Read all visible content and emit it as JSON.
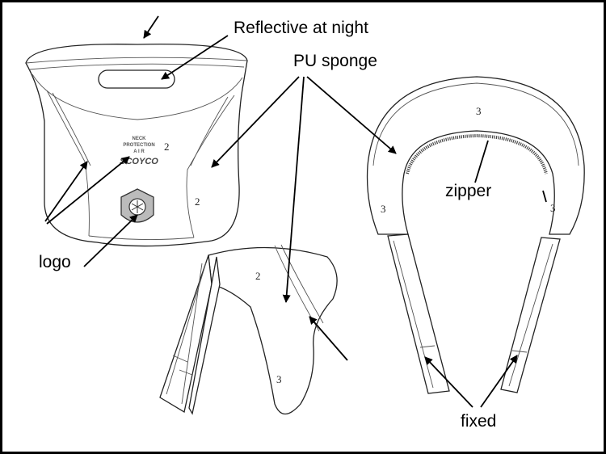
{
  "labels": {
    "reflective": "Reflective at night",
    "pu_sponge": "PU sponge",
    "zipper": "zipper",
    "logo": "logo",
    "fixed": "fixed"
  },
  "parts": {
    "front_num_a": "2",
    "front_num_b": "2",
    "side_num_a": "2",
    "side_num_b": "3",
    "collar_top": "3",
    "collar_left": "3",
    "collar_right": "3"
  },
  "badge": {
    "line1": "NECK",
    "line2": "PROTECTION",
    "line3": "A I R",
    "brand": "SCOYCO"
  }
}
